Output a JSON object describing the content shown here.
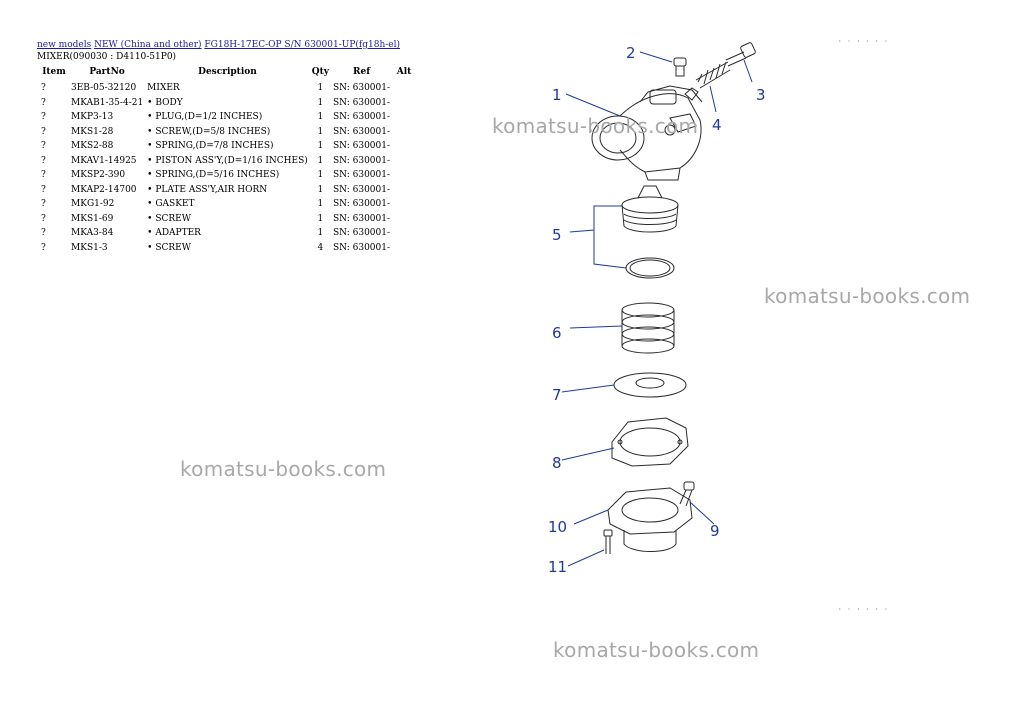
{
  "breadcrumb": {
    "link1": "new models",
    "link2": "NEW (China and other)",
    "link3": "FG18H-17EC-OP S/N 630001-UP(fg18h-el)"
  },
  "subtitle": "MIXER(090030 : D4110-51P0)",
  "table": {
    "headers": [
      "Item",
      "PartNo",
      "Description",
      "Qty",
      "Ref",
      "Alt"
    ],
    "rows": [
      {
        "item": "?",
        "part": "3EB-05-32120",
        "desc": "MIXER",
        "qty": "1",
        "ref": "SN: 630001-"
      },
      {
        "item": "?",
        "part": "MKAB1-35-4-21",
        "desc": "• BODY",
        "qty": "1",
        "ref": "SN: 630001-"
      },
      {
        "item": "?",
        "part": "MKP3-13",
        "desc": "• PLUG,(D=1/2 INCHES)",
        "qty": "1",
        "ref": "SN: 630001-"
      },
      {
        "item": "?",
        "part": "MKS1-28",
        "desc": "• SCREW,(D=5/8 INCHES)",
        "qty": "1",
        "ref": "SN: 630001-"
      },
      {
        "item": "?",
        "part": "MKS2-88",
        "desc": "• SPRING,(D=7/8 INCHES)",
        "qty": "1",
        "ref": "SN: 630001-"
      },
      {
        "item": "?",
        "part": "MKAV1-14925",
        "desc": "• PISTON ASS'Y,(D=1/16 INCHES)",
        "qty": "1",
        "ref": "SN: 630001-"
      },
      {
        "item": "?",
        "part": "MKSP2-390",
        "desc": "• SPRING,(D=5/16 INCHES)",
        "qty": "1",
        "ref": "SN: 630001-"
      },
      {
        "item": "?",
        "part": "MKAP2-14700",
        "desc": "• PLATE ASS'Y,AIR HORN",
        "qty": "1",
        "ref": "SN: 630001-"
      },
      {
        "item": "?",
        "part": "MKG1-92",
        "desc": "• GASKET",
        "qty": "1",
        "ref": "SN: 630001-"
      },
      {
        "item": "?",
        "part": "MKS1-69",
        "desc": "• SCREW",
        "qty": "1",
        "ref": "SN: 630001-"
      },
      {
        "item": "?",
        "part": "MKA3-84",
        "desc": "• ADAPTER",
        "qty": "1",
        "ref": "SN: 630001-"
      },
      {
        "item": "?",
        "part": "MKS1-3",
        "desc": "• SCREW",
        "qty": "4",
        "ref": "SN: 630001-"
      }
    ]
  },
  "watermark_text": "komatsu-books.com",
  "diagram": {
    "callouts": [
      "1",
      "2",
      "3",
      "4",
      "5",
      "6",
      "7",
      "8",
      "9",
      "10",
      "11"
    ],
    "line_color": "#1f3a9c"
  }
}
